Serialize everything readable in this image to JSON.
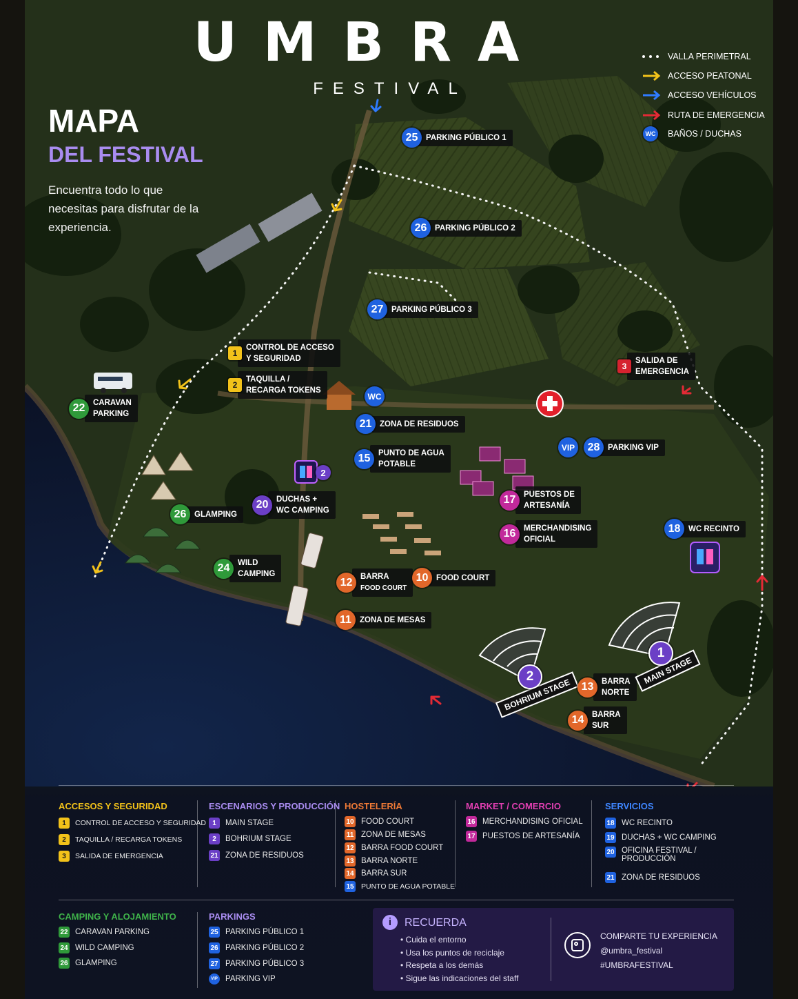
{
  "header": {
    "logo": "UMBRA",
    "subtitle": "FESTIVAL",
    "title_line1": "MAPA",
    "title_line2": "DEL FESTIVAL",
    "intro": "Encuentra todo lo que necesitas para disfrutar de la experiencia."
  },
  "colors": {
    "blue": "#1f62e0",
    "orange": "#e2672a",
    "purple": "#6b3fc6",
    "green": "#2f9a3a",
    "magenta": "#c2299b",
    "red": "#d6222f",
    "yellow": "#f2c21a",
    "accent_lilac": "#a98cf0"
  },
  "legend": [
    {
      "icon": "dotted-line-icon",
      "label": "VALLA PERIMETRAL"
    },
    {
      "icon": "yellow-arrow-icon",
      "label": "ACCESO PEATONAL"
    },
    {
      "icon": "blue-arrow-icon",
      "label": "ACCESO VEHÍCULOS"
    },
    {
      "icon": "red-arrow-icon",
      "label": "RUTA DE EMERGENCIA"
    },
    {
      "icon": "wc-icon",
      "badge": "WC",
      "label": "BAÑOS / DUCHAS"
    }
  ],
  "map_labels": {
    "p25": {
      "num": "25",
      "text": "PARKING PÚBLICO 1"
    },
    "p26": {
      "num": "26",
      "text": "PARKING PÚBLICO 2"
    },
    "p27": {
      "num": "27",
      "text": "PARKING PÚBLICO 3"
    },
    "c1": {
      "num": "1",
      "text1": "CONTROL DE ACCESO",
      "text2": "Y SEGURIDAD"
    },
    "c2": {
      "num": "2",
      "text1": "TAQUILLA /",
      "text2": "RECARGA TOKENS"
    },
    "c3": {
      "num": "3",
      "text1": "SALIDA DE",
      "text2": "EMERGENCIA"
    },
    "c22": {
      "num": "22",
      "text1": "CARAVAN",
      "text2": "PARKING"
    },
    "wc": {
      "num": "WC"
    },
    "c21": {
      "num": "21",
      "text": "ZONA DE RESIDUOS"
    },
    "c15": {
      "num": "15",
      "text1": "PUNTO DE AGUA",
      "text2": "POTABLE"
    },
    "vip": {
      "num": "VIP"
    },
    "c28": {
      "num": "28",
      "text": "PARKING VIP"
    },
    "c17": {
      "num": "17",
      "text1": "PUESTOS DE",
      "text2": "ARTESANÍA"
    },
    "c16": {
      "num": "16",
      "text1": "MERCHANDISING",
      "text2": "OFICIAL"
    },
    "c18": {
      "num": "18",
      "text": "WC RECINTO"
    },
    "c20": {
      "num": "20",
      "text1": "DUCHAS +",
      "text2": "WC CAMPING"
    },
    "wc2": {
      "num": "2"
    },
    "c26": {
      "num": "26",
      "text": "GLAMPING"
    },
    "c24": {
      "num": "24",
      "text1": "WILD",
      "text2": "CAMPING"
    },
    "c12": {
      "num": "12",
      "text1": "BARRA",
      "text2": "FOOD COURT"
    },
    "c10": {
      "num": "10",
      "text": "FOOD COURT"
    },
    "c11": {
      "num": "11",
      "text": "ZONA DE MESAS"
    },
    "c13": {
      "num": "13",
      "text1": "BARRA",
      "text2": "NORTE"
    },
    "c14": {
      "num": "14",
      "text1": "BARRA",
      "text2": "SUR"
    },
    "stage1": {
      "num": "1",
      "plaque": "MAIN STAGE"
    },
    "stage2": {
      "num": "2",
      "plaque": "BOHRIUM STAGE"
    }
  },
  "sections": {
    "accesos": {
      "title": "ACCESOS Y SEGURIDAD",
      "items": [
        {
          "n": "1",
          "label": "CONTROL DE ACCESO Y SEGURIDAD"
        },
        {
          "n": "2",
          "label": "TAQUILLA / RECARGA TOKENS"
        },
        {
          "n": "3",
          "label": "SALIDA DE EMERGENCIA"
        }
      ]
    },
    "escenarios": {
      "title": "ESCENARIOS Y PRODUCCIÓN",
      "items": [
        {
          "n": "1",
          "label": "MAIN STAGE"
        },
        {
          "n": "2",
          "label": "BOHRIUM STAGE"
        },
        {
          "n": "21",
          "label": "ZONA DE RESIDUOS"
        }
      ]
    },
    "hosteleria": {
      "title": "HOSTELERÍA",
      "items": [
        {
          "n": "10",
          "label": "FOOD COURT"
        },
        {
          "n": "11",
          "label": "ZONA DE MESAS"
        },
        {
          "n": "12",
          "label": "BARRA FOOD COURT"
        },
        {
          "n": "13",
          "label": "BARRA NORTE"
        },
        {
          "n": "14",
          "label": "BARRA SUR"
        },
        {
          "n": "15",
          "label": "PUNTO DE AGUA POTABLE"
        }
      ]
    },
    "market": {
      "title": "MARKET / COMERCIO",
      "items": [
        {
          "n": "16",
          "label": "MERCHANDISING OFICIAL"
        },
        {
          "n": "17",
          "label": "PUESTOS DE ARTESANÍA"
        }
      ]
    },
    "servicios": {
      "title": "SERVICIOS",
      "items": [
        {
          "n": "18",
          "label": "WC RECINTO"
        },
        {
          "n": "19",
          "label": "DUCHAS + WC CAMPING"
        },
        {
          "n": "20",
          "label": "OFICINA FESTIVAL /",
          "label2": "PRODUCCIÓN"
        },
        {
          "n": "21",
          "label": "ZONA DE RESIDUOS"
        }
      ]
    },
    "camping": {
      "title": "CAMPING Y ALOJAMIENTO",
      "items": [
        {
          "n": "22",
          "label": "CARAVAN PARKING"
        },
        {
          "n": "24",
          "label": "WILD CAMPING"
        },
        {
          "n": "26",
          "label": "GLAMPING"
        }
      ]
    },
    "parkings": {
      "title": "PARKINGS",
      "items": [
        {
          "n": "25",
          "label": "PARKING PÚBLICO 1"
        },
        {
          "n": "26",
          "label": "PARKING PÚBLICO 2"
        },
        {
          "n": "27",
          "label": "PARKING PÚBLICO 3"
        },
        {
          "n": "VIP",
          "label": "PARKING VIP"
        }
      ]
    }
  },
  "remember": {
    "title": "RECUERDA",
    "items": [
      "Cuida el entorno",
      "Usa los puntos de reciclaje",
      "Respeta a los demás",
      "Sigue las indicaciones del staff"
    ]
  },
  "social": {
    "line1": "COMPARTE TU EXPERIENCIA",
    "handle": "@umbra_festival",
    "hashtag": "#UMBRAFESTIVAL"
  }
}
